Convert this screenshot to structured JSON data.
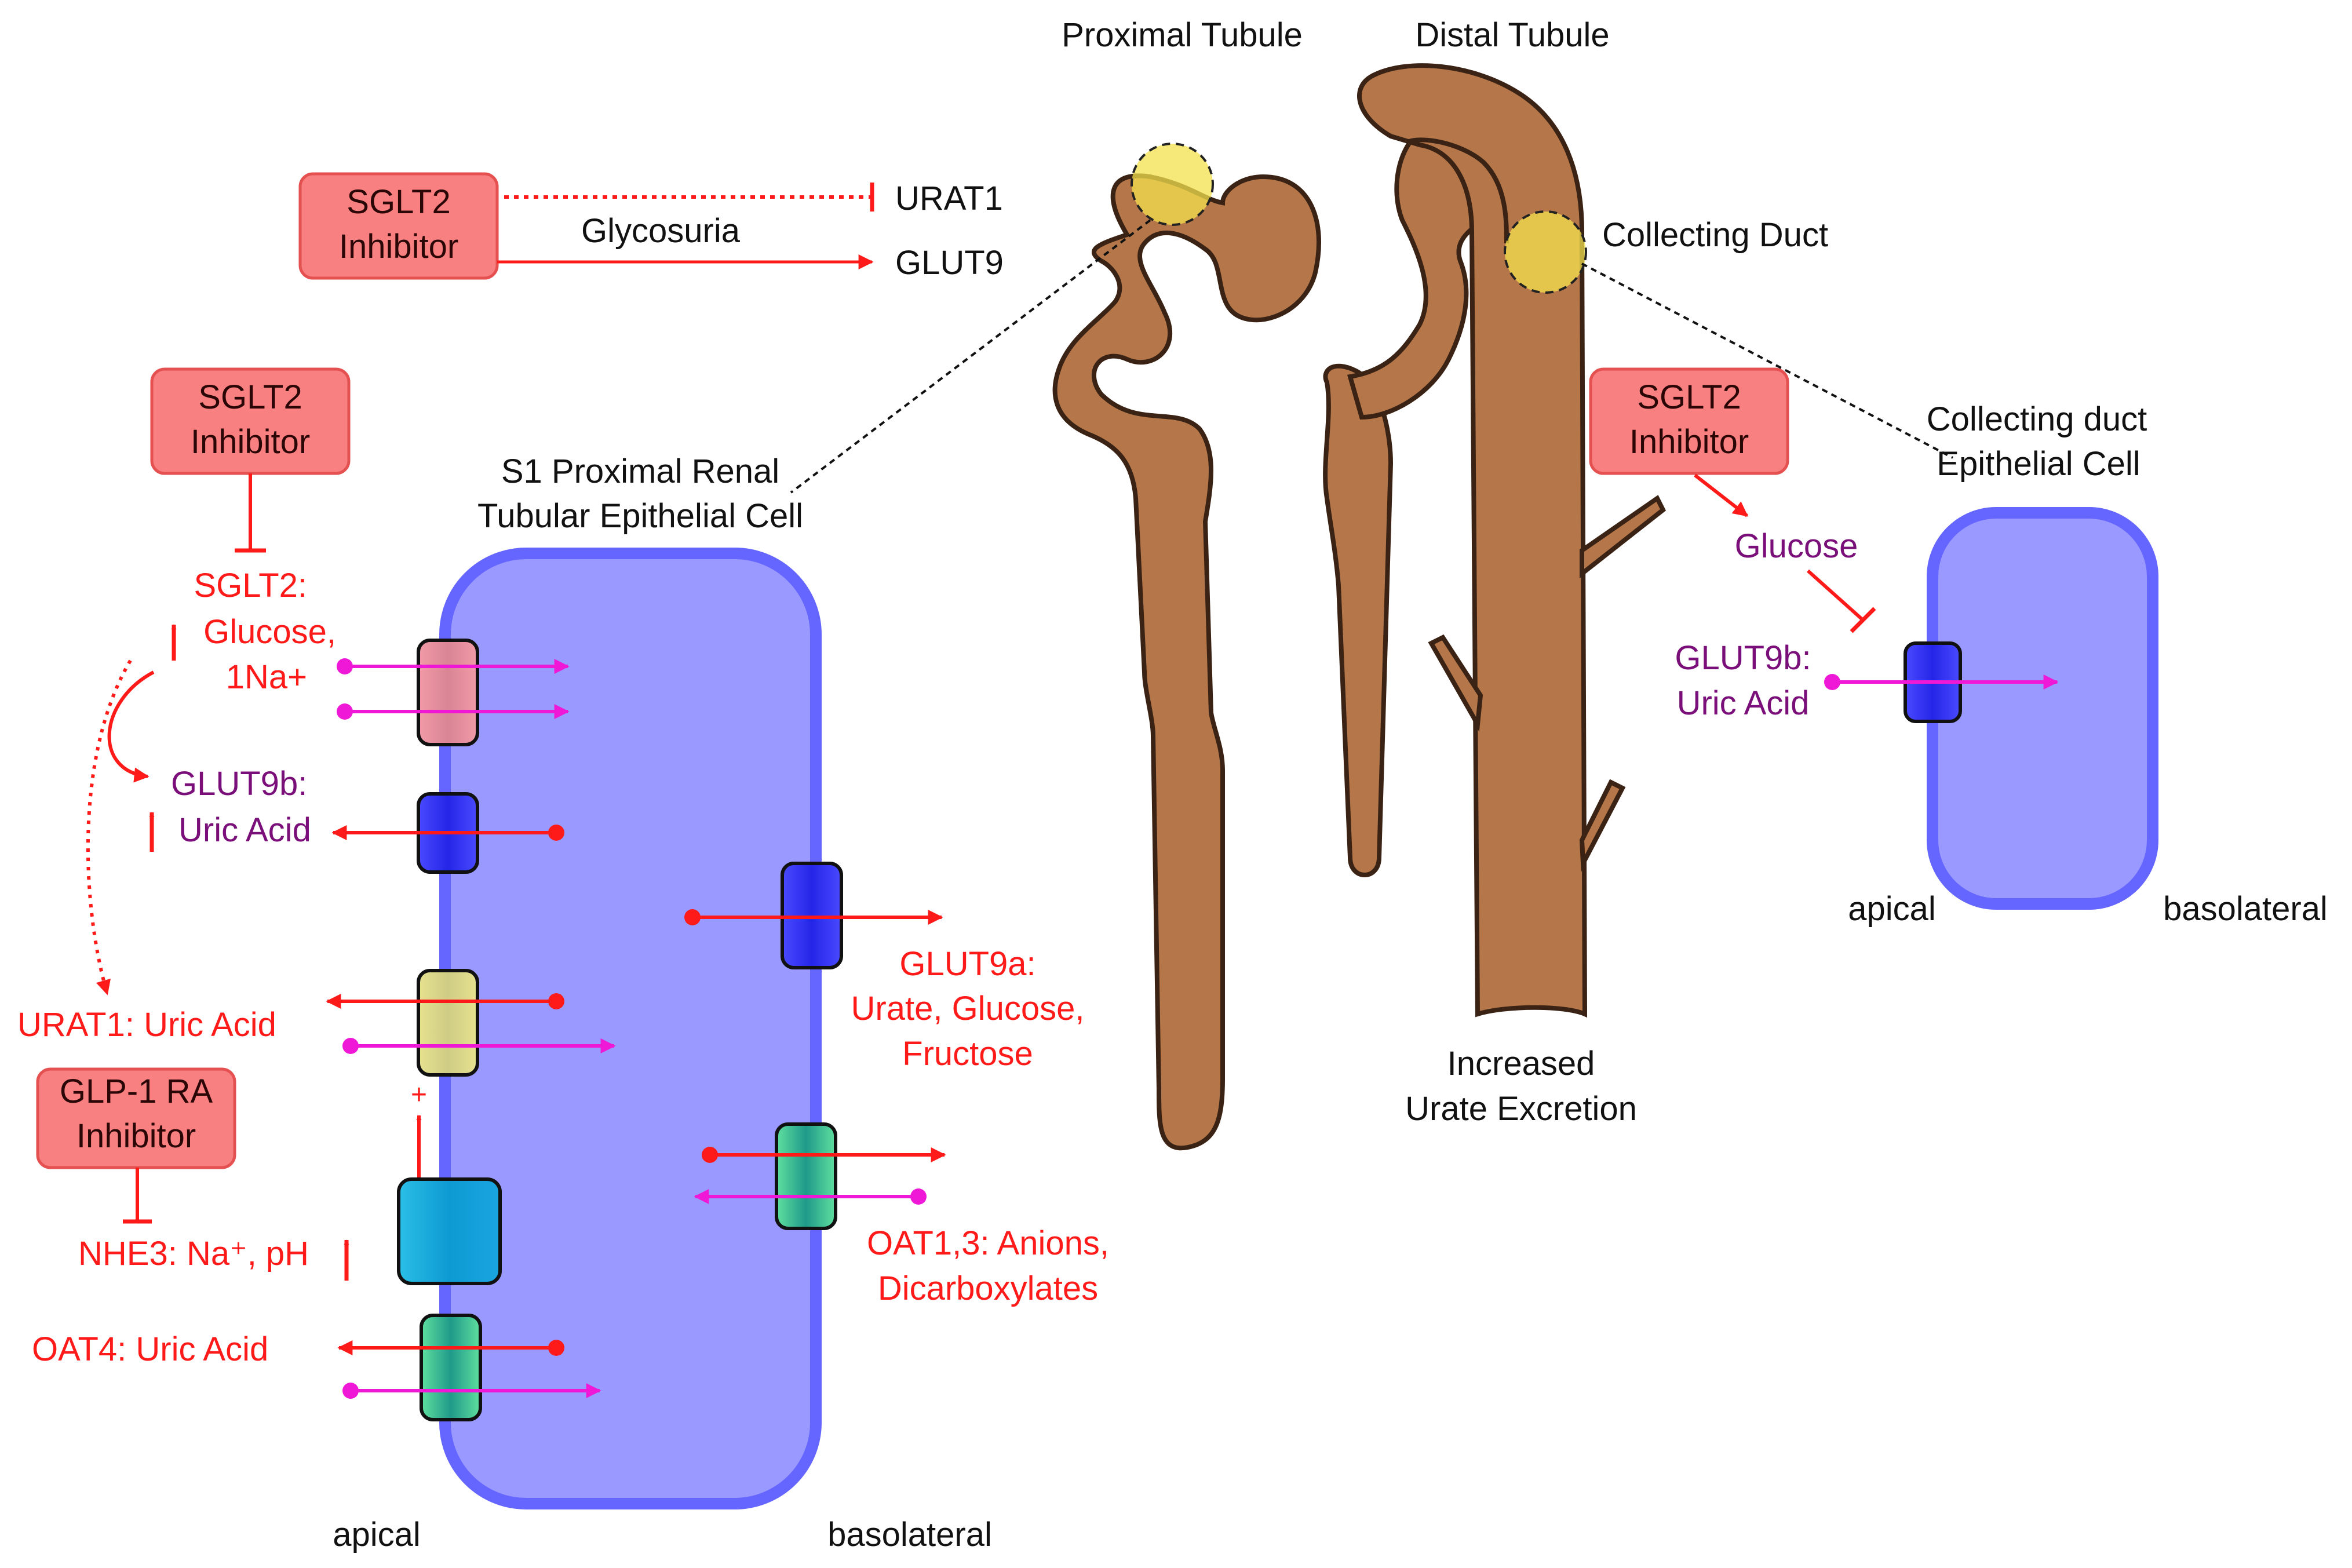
{
  "colors": {
    "red": "#ff1a1a",
    "magenta": "#ee18d6",
    "purple": "#7a0f7a",
    "cell_fill": "#9a99ff",
    "cell_border": "#6565ff",
    "kidney": "#b5774a",
    "inhibitor_box": "#f88080",
    "highlight": "#f3e04c"
  },
  "nephron": {
    "proximal_label": "Proximal Tubule",
    "distal_label": "Distal Tubule",
    "collecting_label": "Collecting Duct",
    "excretion_line1": "Increased",
    "excretion_line2": "Urate Excretion"
  },
  "top_pathway": {
    "inhibitor_line1": "SGLT2",
    "inhibitor_line2": "Inhibitor",
    "urat1_label": "URAT1",
    "glycosuria_label": "Glycosuria",
    "glut9_label": "GLUT9"
  },
  "proximal_cell": {
    "title_line1": "S1 Proximal Renal",
    "title_line2": "Tubular Epithelial Cell",
    "sglt2_inhibitor_line1": "SGLT2",
    "sglt2_inhibitor_line2": "Inhibitor",
    "sglt2_line1": "SGLT2:",
    "sglt2_line2": "Glucose,",
    "sglt2_line3": "1Na+",
    "glut9b_line1": "GLUT9b:",
    "glut9b_line2": "Uric Acid",
    "urat1_label": "URAT1: Uric Acid",
    "glp1_line1": "GLP-1 RA",
    "glp1_line2": "Inhibitor",
    "nhe3_label": "NHE3: Na⁺, pH",
    "plus_sign": "+",
    "oat4_label": "OAT4: Uric Acid",
    "glut9a_line1": "GLUT9a:",
    "glut9a_line2": "Urate, Glucose,",
    "glut9a_line3": "Fructose",
    "oat13_line1": "OAT1,3: Anions,",
    "oat13_line2": "Dicarboxylates",
    "apical_label": "apical",
    "basolateral_label": "basolateral",
    "up_arrow_icon": "up-arrow-icon"
  },
  "collecting_cell": {
    "title_line1": "Collecting duct",
    "title_line2": "Epithelial Cell",
    "inhibitor_line1": "SGLT2",
    "inhibitor_line2": "Inhibitor",
    "glucose_label": "Glucose",
    "glut9b_line1": "GLUT9b:",
    "glut9b_line2": "Uric Acid",
    "apical_label": "apical",
    "basolateral_label": "basolateral"
  }
}
